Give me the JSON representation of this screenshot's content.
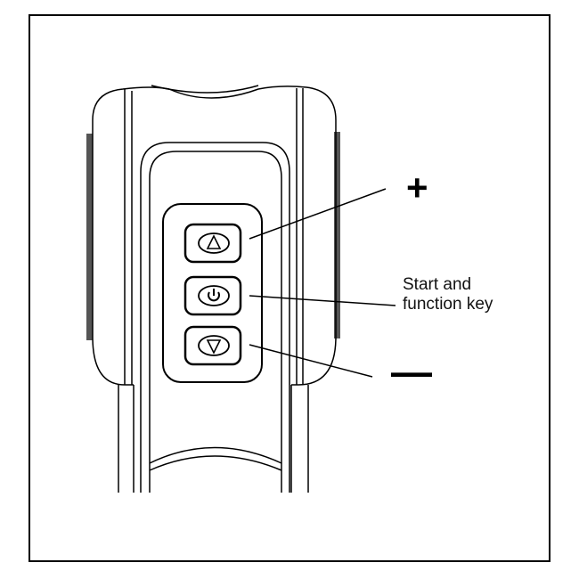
{
  "labels": {
    "plus": "+",
    "start_line1": "Start and",
    "start_line2": "function key",
    "minus": "—"
  },
  "buttons": [
    {
      "name": "up-button",
      "icon": "triangle-up-icon"
    },
    {
      "name": "start-function-button",
      "icon": "power-icon"
    },
    {
      "name": "down-button",
      "icon": "triangle-down-icon"
    }
  ],
  "colors": {
    "line": "#000000",
    "background": "#ffffff"
  }
}
